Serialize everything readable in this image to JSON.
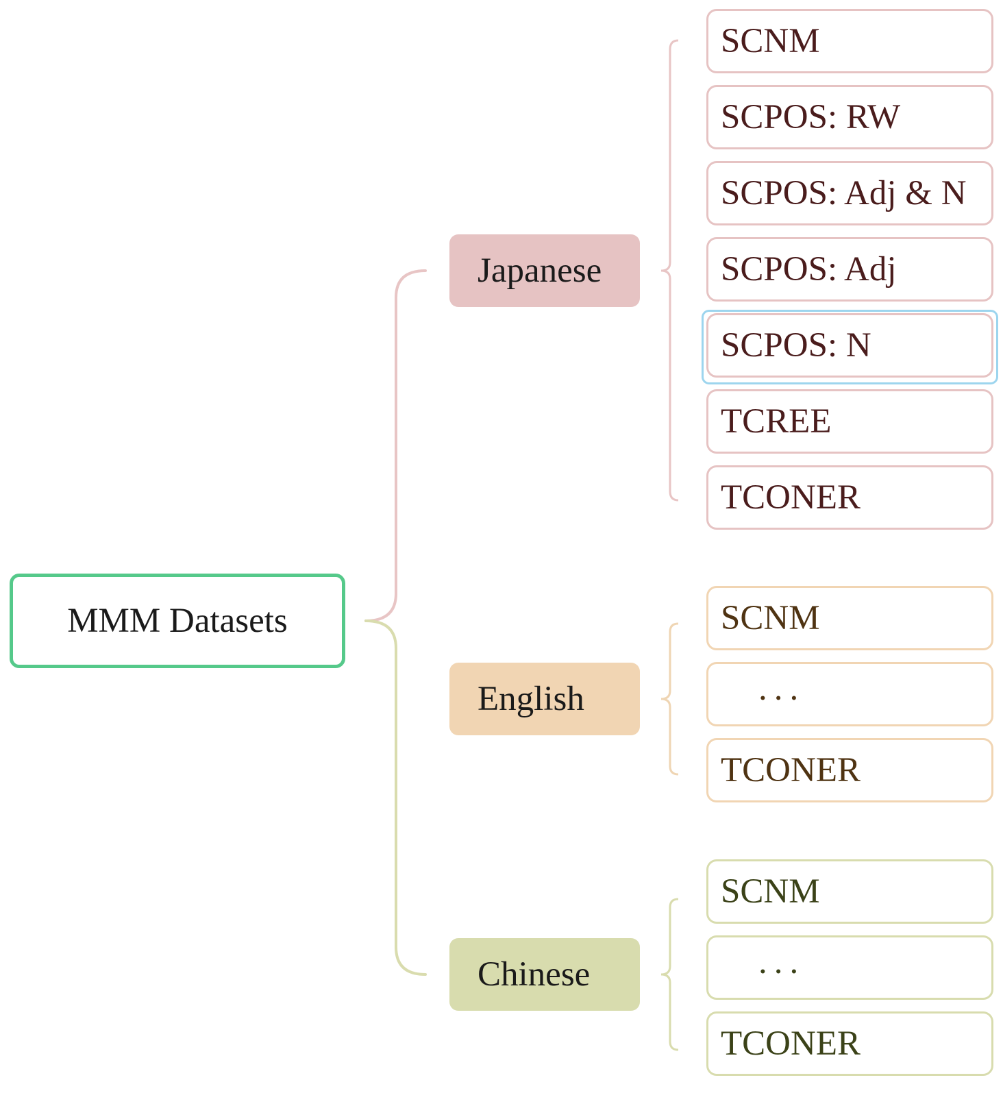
{
  "colors": {
    "root_border": "#55c98a",
    "japanese": {
      "fill": "#e6c3c3",
      "border": "#e6c3c3",
      "text": "#4a1c1c",
      "branch": "#e8c5c5"
    },
    "english": {
      "fill": "#f1d5b3",
      "border": "#f1d5b3",
      "text": "#4f3312",
      "branch": "#efd5b3"
    },
    "chinese": {
      "fill": "#d8dcae",
      "border": "#d8dcae",
      "text": "#3b4218",
      "branch": "#d9dcae"
    },
    "selection": "#9dd5ee"
  },
  "root": {
    "label": "MMM Datasets"
  },
  "groups": [
    {
      "key": "japanese",
      "label": "Japanese",
      "items": [
        "SCNM",
        "SCPOS: RW",
        "SCPOS: Adj & N",
        "SCPOS: Adj",
        "SCPOS: N",
        "TCREE",
        "TCONER"
      ]
    },
    {
      "key": "english",
      "label": "English",
      "items": [
        "SCNM",
        "...",
        "TCONER"
      ]
    },
    {
      "key": "chinese",
      "label": "Chinese",
      "items": [
        "SCNM",
        "...",
        "TCONER"
      ]
    }
  ],
  "selected": {
    "group": "japanese",
    "item": "SCPOS: N"
  }
}
